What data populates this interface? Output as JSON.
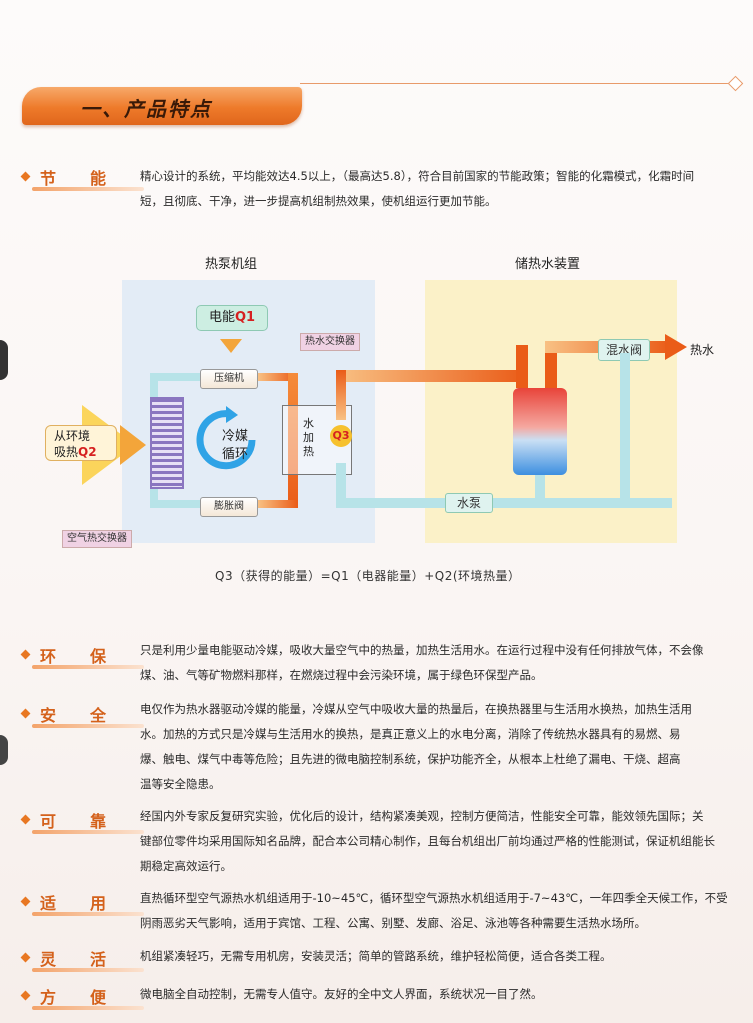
{
  "page": {
    "title": "一、产品特点"
  },
  "sections": [
    {
      "id": "jieneng",
      "c1": "节",
      "c2": "能",
      "lines": [
        "精心设计的系统，平均能效达4.5以上，（最高达5.8），符合目前国家的节能政策；智能的化霜模式，化霜时间",
        "短，且彻底、干净，进一步提高机组制热效果，使机组运行更加节能。"
      ]
    },
    {
      "id": "huanbao",
      "c1": "环",
      "c2": "保",
      "lines": [
        "只是利用少量电能驱动冷媒，吸收大量空气中的热量，加热生活用水。在运行过程中没有任何排放气体，不会像",
        "煤、油、气等矿物燃料那样，在燃烧过程中会污染环境，属于绿色环保型产品。"
      ]
    },
    {
      "id": "anquan",
      "c1": "安",
      "c2": "全",
      "lines": [
        "电仅作为热水器驱动冷媒的能量，冷媒从空气中吸收大量的热量后，在换热器里与生活用水换热，加热生活用",
        "水。加热的方式只是冷媒与生活用水的换热，是真正意义上的水电分离，消除了传统热水器具有的易燃、易",
        "爆、触电、煤气中毒等危险；且先进的微电脑控制系统，保护功能齐全，从根本上杜绝了漏电、干烧、超高",
        "温等安全隐患。"
      ]
    },
    {
      "id": "kekao",
      "c1": "可",
      "c2": "靠",
      "lines": [
        "经国内外专家反复研究实验，优化后的设计，结构紧凑美观，控制方便简洁，性能安全可靠，能效领先国际；关",
        "键部位零件均采用国际知名品牌，配合本公司精心制作，且每台机组出厂前均通过严格的性能测试，保证机组能长",
        "期稳定高效运行。"
      ]
    },
    {
      "id": "shiyong",
      "c1": "适",
      "c2": "用",
      "lines": [
        "直热循环型空气源热水机组适用于-10~45℃，循环型空气源热水机组适用于-7~43℃，一年四季全天候工作，不受",
        "阴雨恶劣天气影响，适用于宾馆、工程、公寓、别墅、发廊、浴足、泳池等各种需要生活热水场所。"
      ]
    },
    {
      "id": "linghuo",
      "c1": "灵",
      "c2": "活",
      "lines": [
        "机组紧凑轻巧，无需专用机房，安装灵活；简单的管路系统，维护轻松简便，适合各类工程。"
      ]
    },
    {
      "id": "fangbian",
      "c1": "方",
      "c2": "便",
      "lines": [
        "微电脑全自动控制，无需专人值守。友好的全中文人界面，系统状况一目了然。"
      ]
    }
  ],
  "diagram": {
    "left_title": "热泵机组",
    "right_title": "储热水装置",
    "q1_label": "电能",
    "q1_tag": "Q1",
    "compressor": "压缩机",
    "expansion": "膨胀阀",
    "refrigerant_1": "冷媒",
    "refrigerant_2": "循环",
    "hx_water": "热水交换器",
    "hx_air": "空气热交换器",
    "water_heat_1": "水",
    "water_heat_2": "加",
    "water_heat_3": "热",
    "q3_tag": "Q3",
    "env_1": "从环境",
    "env_2": "吸热",
    "q2_tag": "Q2",
    "pump": "水泵",
    "mixer": "混水阀",
    "hot_water": "热水",
    "formula": "Q3（获得的能量）=Q1（电器能量）+Q2(环境热量）"
  },
  "colors": {
    "accent": "#e87722",
    "label": "#d4611b",
    "pipe_blue": "#b7e3e8",
    "pipe_orange": "#ea5c18"
  }
}
